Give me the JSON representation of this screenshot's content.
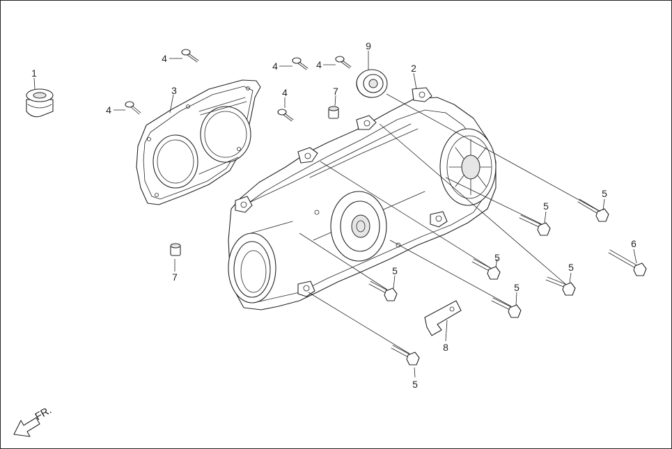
{
  "diagram": {
    "direction_label": "FR.",
    "callouts": {
      "c1": "1",
      "c2": "2",
      "c3": "3",
      "c4a": "4",
      "c4b": "4",
      "c4c": "4",
      "c4d": "4",
      "c4e": "4",
      "c5a": "5",
      "c5b": "5",
      "c5c": "5",
      "c5d": "5",
      "c5e": "5",
      "c5f": "5",
      "c5g": "5",
      "c6": "6",
      "c7a": "7",
      "c7b": "7",
      "c8": "8",
      "c9": "9"
    }
  }
}
